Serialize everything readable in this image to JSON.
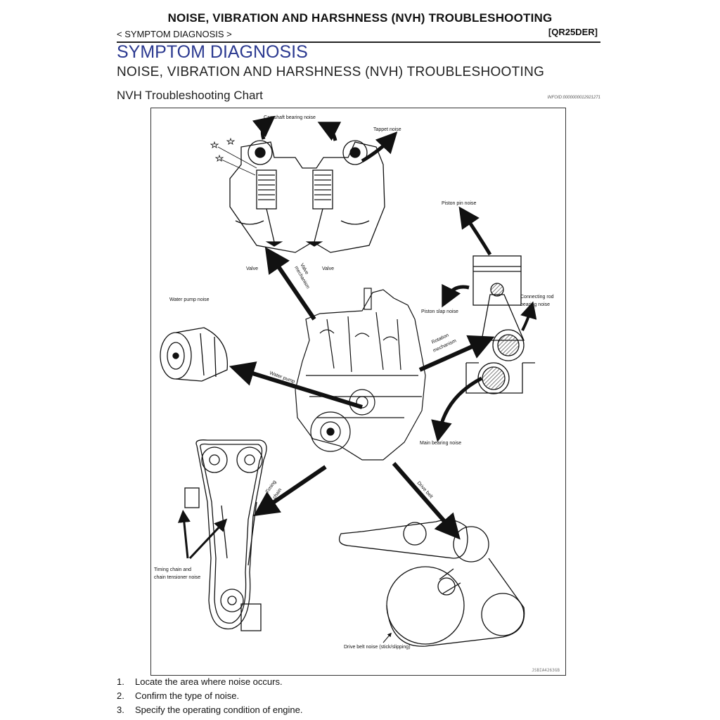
{
  "header": {
    "title": "NOISE, VIBRATION AND HARSHNESS (NVH) TROUBLESHOOTING",
    "breadcrumb": "< SYMPTOM DIAGNOSIS >",
    "model": "[QR25DER]"
  },
  "section": {
    "title": "SYMPTOM DIAGNOSIS",
    "subtitle": "NOISE, VIBRATION AND HARSHNESS (NVH) TROUBLESHOOTING",
    "chart_title": "NVH Troubleshooting Chart",
    "info_id": "INFOID:0000000012921271"
  },
  "figure": {
    "labels": {
      "camshaft": "Camshaft bearing noise",
      "tappet": "Tappet noise",
      "valve_left": "Valve",
      "valve_right": "Valve",
      "valve_mech_1": "Valve",
      "valve_mech_2": "mechanism",
      "piston_pin": "Piston pin noise",
      "piston_slap": "Piston slap noise",
      "conrod_1": "Connecting rod",
      "conrod_2": "bearing noise",
      "rotation_1": "Rotation",
      "rotation_2": "mechanism",
      "water_pump_noise": "Water pump noise",
      "water_pump": "Water pump",
      "main_bearing": "Main bearing noise",
      "timing_chain_1": "Timing",
      "timing_chain_2": "chain",
      "drive_belt": "Drive belt",
      "tc_noise_1": "Timing chain and",
      "tc_noise_2": "chain tensioner noise",
      "belt_noise": "Drive belt noise (stick/slipping)"
    },
    "code": "JSBIA4263GB"
  },
  "steps": [
    {
      "num": "1.",
      "text": "Locate the area where noise occurs."
    },
    {
      "num": "2.",
      "text": "Confirm the type of noise."
    },
    {
      "num": "3.",
      "text": "Specify the operating condition of engine."
    }
  ]
}
